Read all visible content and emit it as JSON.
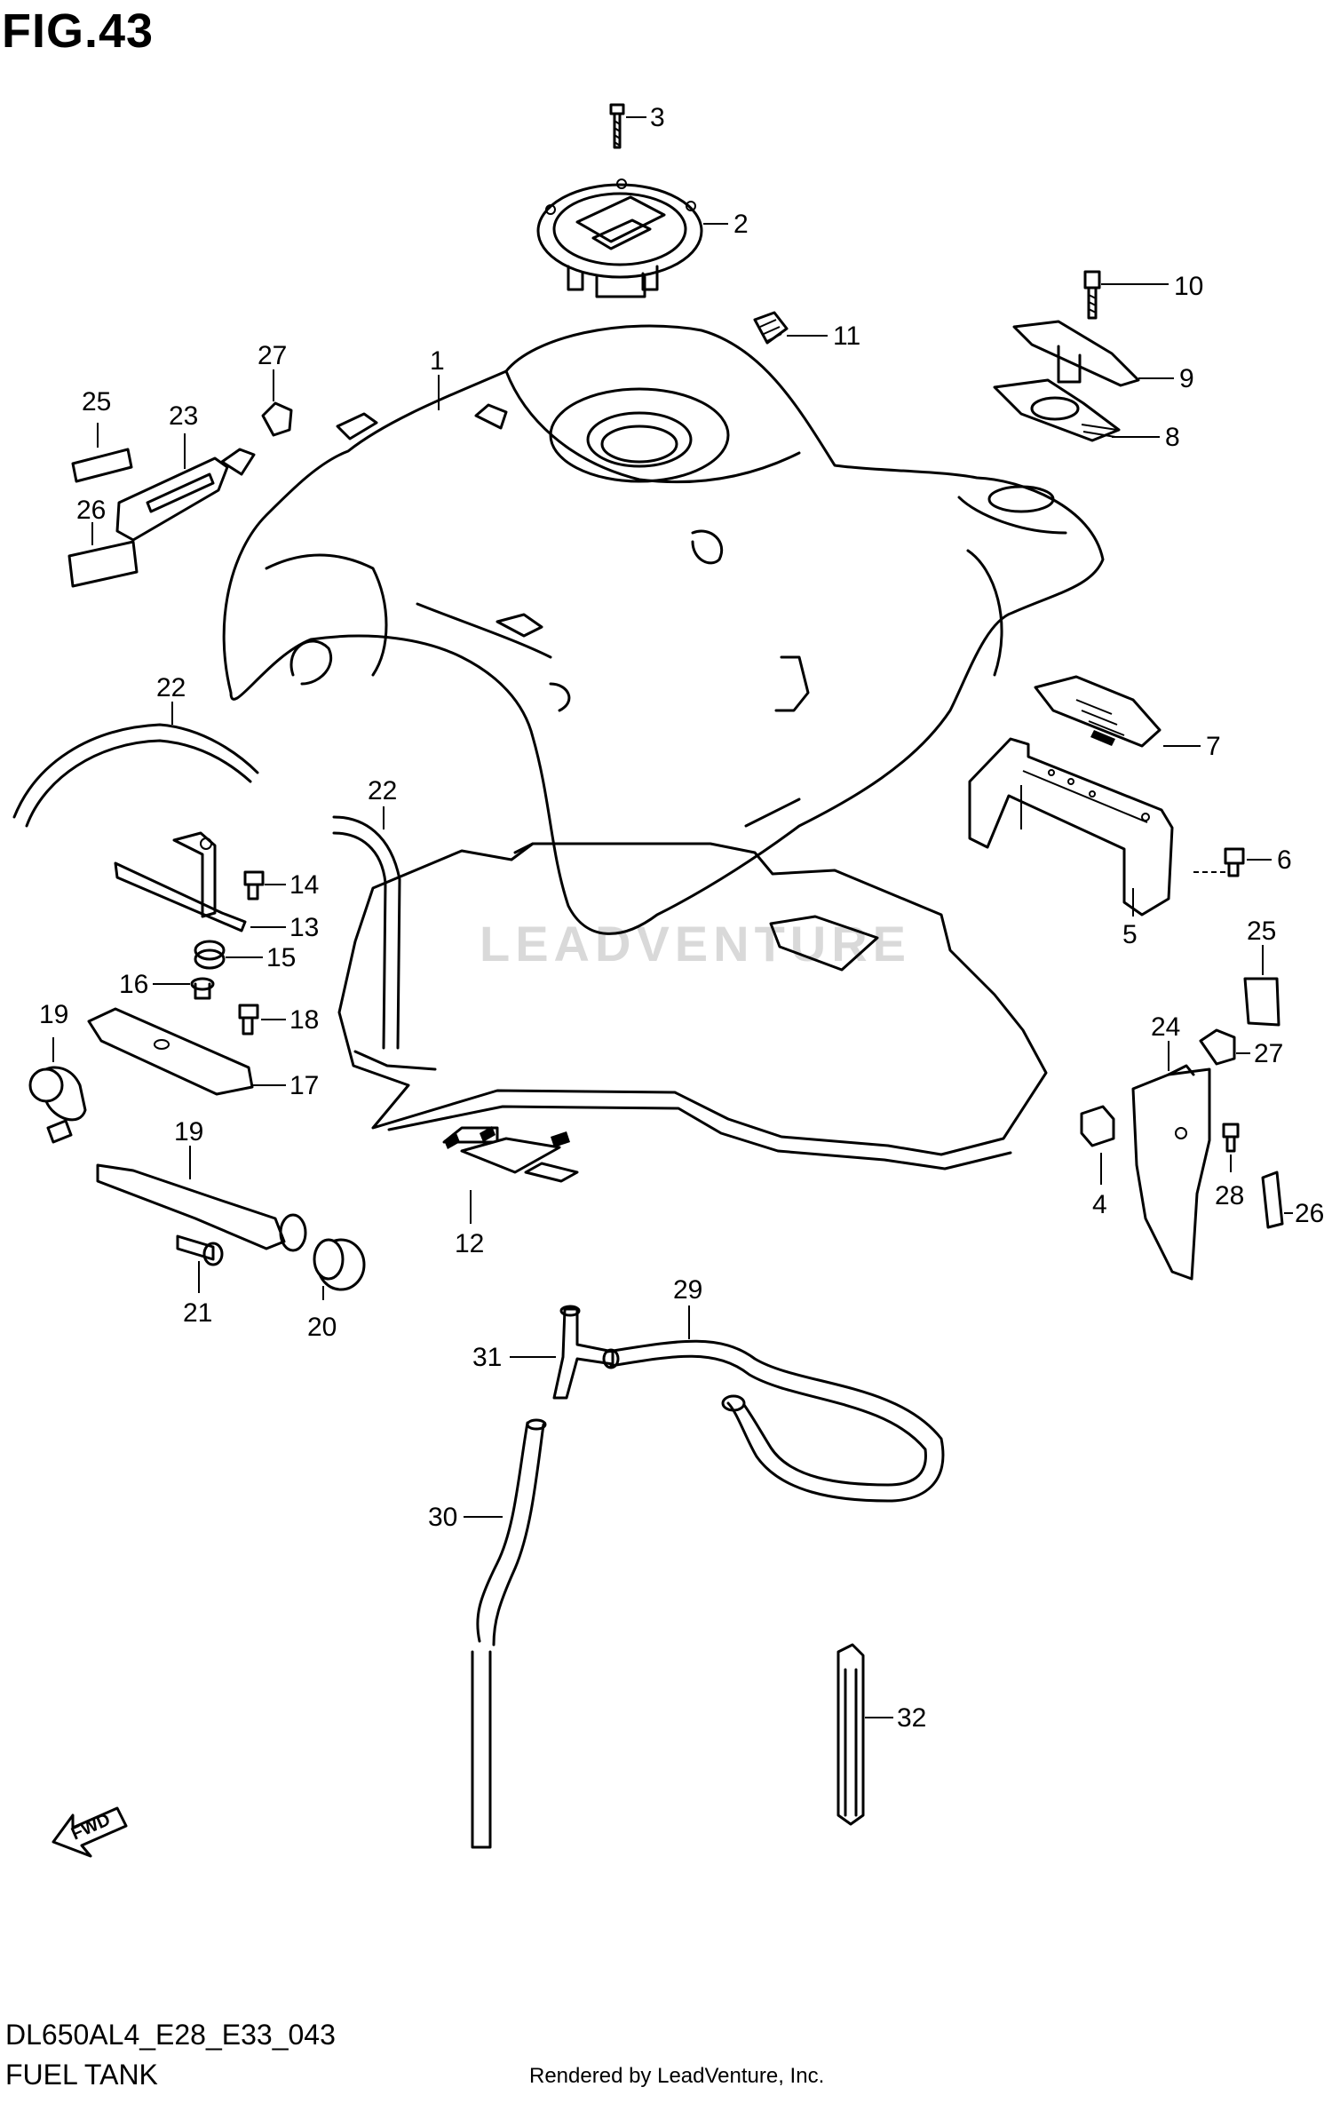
{
  "figure": {
    "title": "FIG.43",
    "code": "DL650AL4_E28_E33_043",
    "name": "FUEL TANK",
    "rendered_by": "Rendered by LeadVenture, Inc.",
    "watermark": "LEADVENTURE",
    "fwd_label": "FWD"
  },
  "callouts": {
    "c1": "1",
    "c2": "2",
    "c3": "3",
    "c4": "4",
    "c5": "5",
    "c6": "6",
    "c7": "7",
    "c8": "8",
    "c9": "9",
    "c10": "10",
    "c11": "11",
    "c12": "12",
    "c13": "13",
    "c14": "14",
    "c15": "15",
    "c16": "16",
    "c17": "17",
    "c18": "18",
    "c19a": "19",
    "c19b": "19",
    "c20": "20",
    "c21": "21",
    "c22a": "22",
    "c22b": "22",
    "c23": "23",
    "c24": "24",
    "c25a": "25",
    "c25b": "25",
    "c26a": "26",
    "c26b": "26",
    "c27a": "27",
    "c27b": "27",
    "c28": "28",
    "c29": "29",
    "c30": "30",
    "c31": "31",
    "c32": "32"
  }
}
